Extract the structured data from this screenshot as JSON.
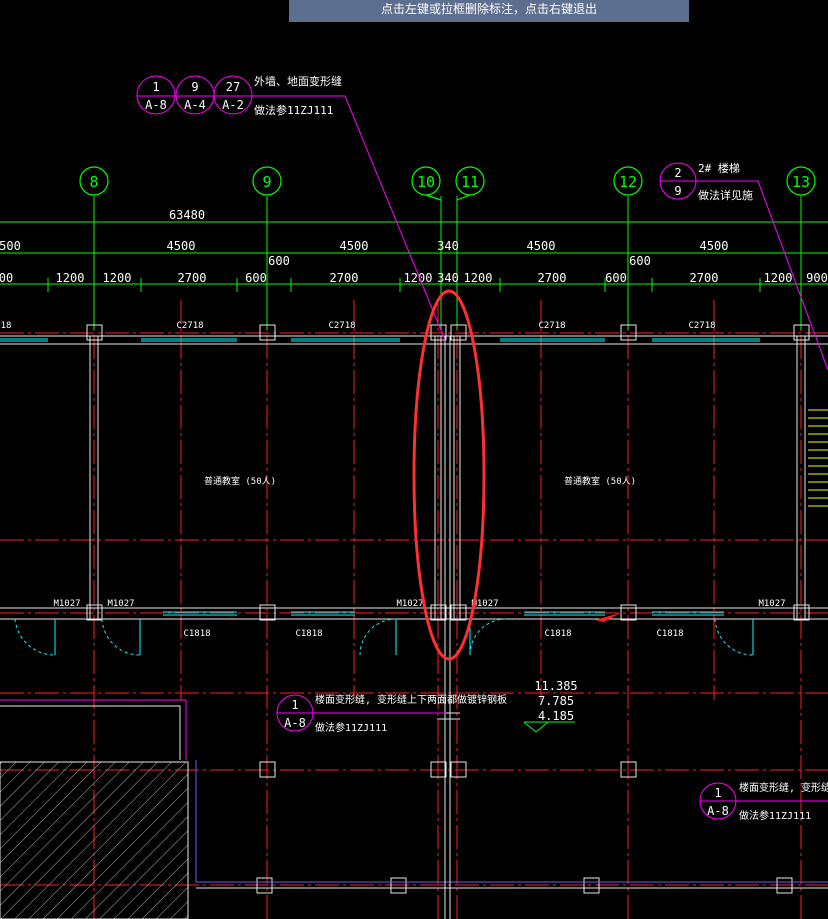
{
  "hint": {
    "text": "点击左键或拉框删除标注，点击右键退出"
  },
  "colors": {
    "background": "#000000",
    "axis": "#00ff00",
    "grid": "#ff2020",
    "wall": "#e8e8e8",
    "window": "#00ffff",
    "callout": "#ff00ff",
    "highlight": "#ff3030"
  },
  "axes": [
    "8",
    "9",
    "10",
    "11",
    "12",
    "13"
  ],
  "dimensions": {
    "total": "63480",
    "row2": [
      "500",
      "4500",
      "4500",
      "340",
      "4500",
      "4500"
    ],
    "gap_600_a": "600",
    "gap_600_b": "600",
    "row3": [
      "00",
      "1200",
      "1200",
      "2700",
      "600",
      "2700",
      "1200",
      "340",
      "1200",
      "2700",
      "600",
      "2700",
      "1200",
      "900"
    ]
  },
  "windows_top": [
    "18",
    "C2718",
    "C2718",
    "C2718",
    "C2718"
  ],
  "windows_bottom": [
    "C1818",
    "C1818",
    "C1818",
    "C1818"
  ],
  "doors": [
    "M1027",
    "M1027",
    "M1027",
    "M1027",
    "M1027"
  ],
  "rooms": [
    "普通教室 (50人)",
    "普通教室 (50人)"
  ],
  "callouts": {
    "top": {
      "bubbles": [
        {
          "num": "1",
          "sheet": "A-8"
        },
        {
          "num": "9",
          "sheet": "A-4"
        },
        {
          "num": "27",
          "sheet": "A-2"
        }
      ],
      "line1": "外墙、地面变形缝",
      "line2": "做法参11ZJ111"
    },
    "stair": {
      "bubble": {
        "num": "2",
        "sheet": "9"
      },
      "line1": "2# 楼梯",
      "line2": "做法详见施"
    },
    "floor": {
      "bubble": {
        "num": "1",
        "sheet": "A-8"
      },
      "line1": "楼面变形缝, 变形缝上下两面都做镀锌钢板",
      "line2": "做法参11ZJ111"
    },
    "right": {
      "bubble": {
        "num": "1",
        "sheet": "A-8"
      },
      "line1": "楼面变形缝, 变形缝上下",
      "line2": "做法参11ZJ111"
    }
  },
  "elevations": [
    "11.385",
    "7.785",
    "4.185"
  ]
}
